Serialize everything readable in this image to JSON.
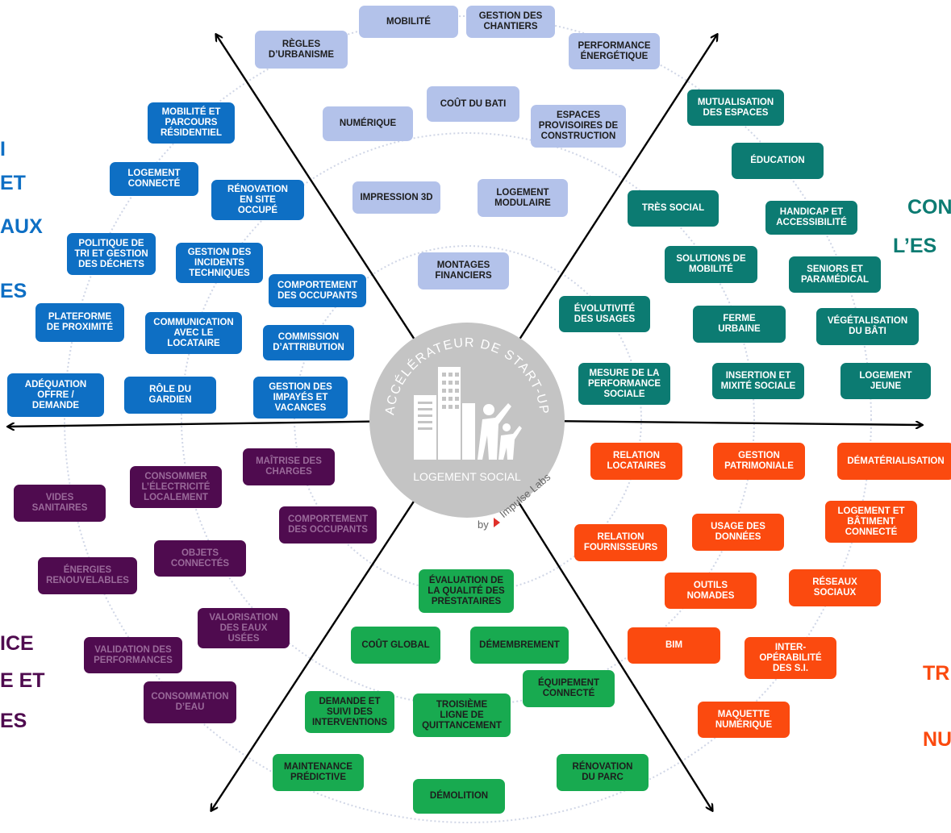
{
  "colors": {
    "lavender": "#b3c2ea",
    "blue": "#0e6fc4",
    "teal": "#0c7b72",
    "red": "#fb4a0f",
    "green": "#18aa50",
    "purple": "#4f0b4f",
    "center_circle": "#c4c4c4"
  },
  "center": {
    "arc_text": "ACCÉLÉRATEUR DE START-UP",
    "bottom_text": "LOGEMENT SOCIAL",
    "byline_by": "by",
    "byline_brand": "Impulse Labs"
  },
  "side_labels": {
    "left_blue": [
      "I",
      "ET",
      "AUX",
      "ES"
    ],
    "left_purple": [
      "ICE",
      "E ET",
      "ES"
    ],
    "right_teal": [
      "CON",
      "L’ES"
    ],
    "right_red": [
      "TR",
      "NU"
    ]
  },
  "sectors": {
    "top": [
      "MOBILITÉ",
      "GESTION DES\nCHANTIERS",
      "RÈGLES\nD’URBANISME",
      "PERFORMANCE\nÉNERGÉTIQUE",
      "COÛT DU BATI",
      "NUMÉRIQUE",
      "ESPACES\nPROVISOIRES DE\nCONSTRUCTION",
      "IMPRESSION 3D",
      "LOGEMENT\nMODULAIRE",
      "MONTAGES\nFINANCIERS"
    ],
    "upper_left": [
      "MOBILITÉ ET\nPARCOURS\nRÉSIDENTIEL",
      "LOGEMENT\nCONNECTÉ",
      "RÉNOVATION\nEN SITE\nOCCUPÉ",
      "POLITIQUE DE\nTRI ET GESTION\nDES DÉCHETS",
      "GESTION DES\nINCIDENTS\nTECHNIQUES",
      "COMPORTEMENT\nDES OCCUPANTS",
      "PLATEFORME\nDE PROXIMITÉ",
      "COMMUNICATION\nAVEC LE\nLOCATAIRE",
      "COMMISSION\nD’ATTRIBUTION",
      "ADÉQUATION\nOFFRE /\nDEMANDE",
      "RÔLE DU\nGARDIEN",
      "GESTION DES\nIMPAYÉS ET\nVACANCES"
    ],
    "upper_right": [
      "MUTUALISATION\nDES ESPACES",
      "ÉDUCATION",
      "TRÈS SOCIAL",
      "HANDICAP ET\nACCESSIBILITÉ",
      "SOLUTIONS DE\nMOBILITÉ",
      "SENIORS ET\nPARAMÉDICAL",
      "ÉVOLUTIVITÉ\nDES USAGES",
      "FERME\nURBAINE",
      "VÉGÉTALISATION\nDU BÂTI",
      "MESURE DE LA\nPERFORMANCE\nSOCIALE",
      "INSERTION ET\nMIXITÉ SOCIALE",
      "LOGEMENT\nJEUNE"
    ],
    "lower_right": [
      "RELATION\nLOCATAIRES",
      "GESTION\nPATRIMONIALE",
      "DÉMATÉRIALISATION",
      "LOGEMENT ET\nBÂTIMENT\nCONNECTÉ",
      "USAGE DES\nDONNÉES",
      "RELATION\nFOURNISSEURS",
      "OUTILS\nNOMADES",
      "RÉSEAUX\nSOCIAUX",
      "BIM",
      "INTER-\nOPÉRABILITÉ\nDES S.I.",
      "MAQUETTE\nNUMÉRIQUE"
    ],
    "bottom": [
      "ÉVALUATION DE\nLA QUALITÉ DES\nPRESTATAIRES",
      "COÛT GLOBAL",
      "DÉMEMBREMENT",
      "DEMANDE ET\nSUIVI DES\nINTERVENTIONS",
      "ÉQUIPEMENT\nCONNECTÉ",
      "TROISIÈME\nLIGNE DE\nQUITTANCEMENT",
      "MAINTENANCE\nPRÉDICTIVE",
      "RÉNOVATION\nDU PARC",
      "DÉMOLITION"
    ],
    "lower_left": [
      "MAÎTRISE DES\nCHARGES",
      "CONSOMMER\nL’ÉLECTRICITÉ\nLOCALEMENT",
      "VIDES\nSANITAIRES",
      "COMPORTEMENT\nDES OCCUPANTS",
      "OBJETS\nCONNECTÉS",
      "ÉNERGIES\nRENOUVELABLES",
      "VALORISATION\nDES EAUX\nUSÉES",
      "VALIDATION DES\nPERFORMANCES",
      "CONSOMMATION\nD’EAU"
    ]
  }
}
